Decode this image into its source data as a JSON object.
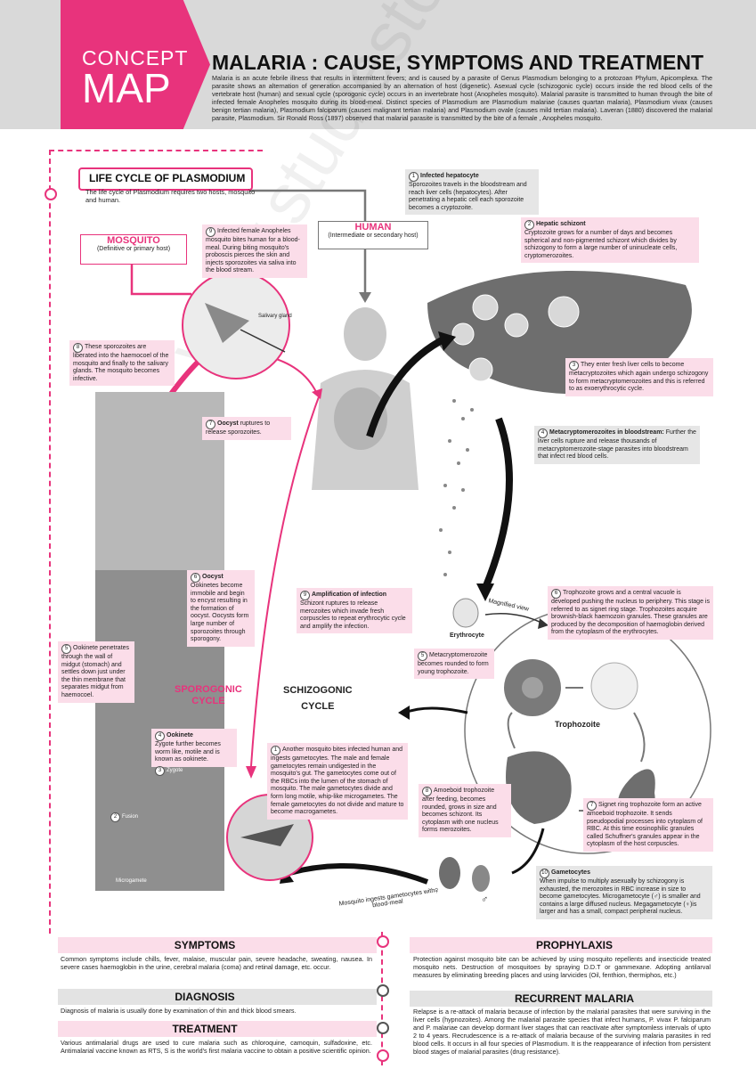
{
  "header": {
    "badge_line1": "CONCEPT",
    "badge_line2": "MAP",
    "title": "MALARIA :  CAUSE, SYMPTOMS AND TREATMENT",
    "intro": "Malaria is an acute febrile illness that results in intermittent fevers; and is caused by a parasite of Genus Plasmodium belonging to a protozoan Phylum, Apicomplexa. The parasite shows an alternation of generation accompanied by an alternation of host (digenetic). Asexual cycle (schizogonic cycle) occurs inside the red blood cells of the vertebrate host (human) and sexual cycle (sporogonic cycle) occurs in an invertebrate host (Anopheles mosquito). Malarial parasite is transmitted to human through the bite of infected female Anopheles mosquito during its blood-meal. Distinct species of Plasmodium are Plasmodium malariae (causes quartan malaria), Plasmodium vivax (causes benign tertian malaria), Plasmodium falciparum (causes malignant tertian malaria) and Plasmodium ovale (causes mild tertian malaria). Laveran (1880) discovered the malarial parasite, Plasmodium. Sir Ronald Ross (1897) observed that malarial parasite is transmitted by the bite of a female , Anopheles mosquito."
  },
  "lifecycle": {
    "title": "LIFE CYCLE OF PLASMODIUM",
    "text": "The life cycle of Plasmodium requires two hosts, mosquito and human.",
    "mosquito": {
      "title": "MOSQUITO",
      "sub": "(Definitive or primary host)"
    },
    "human": {
      "title": "HUMAN",
      "sub": "(Intermediate or secondary host)"
    }
  },
  "sporogonic": {
    "label_line1": "SPOROGONIC",
    "label_line2": "CYCLE",
    "s9": {
      "num": "9",
      "text": "Infected female Anopheles mosquito bites human for a blood-meal. During biting mosquito's proboscis pierces the skin and injects sporozoites via saliva into the blood stream."
    },
    "s8": {
      "num": "8",
      "text": "These sporozoites are liberated into the haemocoel of the mosquito and finally to the salivary glands. The mosquito becomes infective."
    },
    "s7": {
      "num": "7",
      "bold": "Oocyst",
      "text": " ruptures to release sporozoites."
    },
    "s6": {
      "num": "6",
      "bold": "Oocyst",
      "text": "Ookinetes become immobile and begin to encyst resulting in the formation of oocyst. Oocysts form large number of sporozoites through sporogony."
    },
    "s5": {
      "num": "5",
      "text": "Ookinete penetrates through the wall of midgut (stomach) and settles down just under the thin membrane that separates midgut from haemocoel."
    },
    "s4": {
      "num": "4",
      "bold": "Ookinete",
      "text": "Zygote further becomes worm like, motile and is known as ookinete."
    },
    "s3": {
      "num": "3",
      "text": "Zygote"
    },
    "s2": {
      "num": "2",
      "text": "Fusion"
    },
    "s1": {
      "num": "1",
      "text": "Another mosquito bites infected human and ingests gametocytes. The male and female gametocytes remain undigested in the mosquito's gut. The gametocytes come out of the RBCs into the lumen of the stomach of mosquito. The male gametocytes divide and form long motile, whip-like microgametes. The female gametocytes do not divide and mature to become macrogametes."
    },
    "salivary": "Salivary gland",
    "microgamete": "Microgamete",
    "ingest": "Mosquito ingests gametocytes with blood-meal"
  },
  "schizogonic": {
    "label_line1": "SCHIZOGONIC",
    "label_line2": "CYCLE",
    "h1": {
      "num": "1",
      "bold": "Infected hepatocyte",
      "text": "Sporozoites travels in the bloodstream and reach liver cells (hepatocytes). After penetrating a hepatic cell each sporozoite becomes a cryptozoite."
    },
    "h2": {
      "num": "2",
      "bold": "Hepatic schizont",
      "text": "Cryptozoite grows for a number of days and becomes spherical and non-pigmented schizont which divides by schizogony to form a large number of uninucleate cells, cryptomerozoites."
    },
    "h3": {
      "num": "3",
      "text": "They enter fresh liver cells to become metacryptozoites which again undergo schizogony to form metacryptomerozoites and this is referred to as exoerythrocytic cycle."
    },
    "h4": {
      "num": "4",
      "bold": "Metacryptomerozoites in bloodstream:",
      "text": " Further the liver cells rupture and release thousands of metacryptomerozoite-stage parasites into bloodstream that infect red blood cells."
    },
    "h5": {
      "num": "5",
      "text": "Metacryptomerozoite becomes rounded to form young trophozoite."
    },
    "h6": {
      "num": "6",
      "text": "Trophozoite grows and a central vacuole is developed pushing the nucleus to periphery. This stage is referred to as signet ring stage. Trophozoites acquire brownish-black haemozoin granules. These granules are produced by the decomposition of haemoglobin derived from the cytoplasm of the erythrocytes."
    },
    "h7": {
      "num": "7",
      "text": "Signet ring trophozoite form an active amoeboid trophozoite. It sends pseudopodial processes into cytoplasm of RBC. At this time eosinophilic granules called Schuffner's granules appear in the cytoplasm of the host corpuscles."
    },
    "h8": {
      "num": "8",
      "text": "Amoeboid trophozoite after feeding, becomes rounded, grows in size and becomes schizont. Its cytoplasm with one nucleus forms merozoites."
    },
    "h9": {
      "num": "9",
      "bold": "Amplification of infection",
      "text": "Schizont ruptures to release merozoites which invade fresh corpuscles to repeat erythrocytic cycle and amplify the infection."
    },
    "h10": {
      "num": "10",
      "bold": "Gametocytes",
      "text": "When impulse to multiply asexually by schizogony is exhausted, the merozoites in RBC increase in size to become gametocytes. Microgametocyte (♂) is smaller and contains a large diffused nucleus. Megagametocyte (♀)is larger and has a small, compact peripheral nucleus."
    },
    "erythrocyte": "Erythrocyte",
    "magnified": "Magnified view",
    "trophozoite": "Trophozoite",
    "female_sym": "♀",
    "male_sym": "♂"
  },
  "sections": {
    "symptoms": {
      "title": "SYMPTOMS",
      "text": "Common symptoms include chills, fever, malaise, muscular pain, severe headache, sweating, nausea. In severe cases haemoglobin in the urine, cerebral malaria (coma) and retinal damage, etc. occur."
    },
    "diagnosis": {
      "title": "DIAGNOSIS",
      "text": "Diagnosis of malaria is usually done by examination of thin and thick blood smears."
    },
    "treatment": {
      "title": "TREATMENT",
      "text": "Various antimalarial drugs are used to cure malaria such as chloroquine, camoquin, sulfadoxine, etc. Antimalarial vaccine known as RTS, S is the world's first malaria vaccine to obtain a positive scientific opinion."
    },
    "prophylaxis": {
      "title": "PROPHYLAXIS",
      "text": "Protection against mosquito bite can be achieved by using mosquito repellents and insecticide treated mosquito nets. Destruction of mosquitoes by spraying D.D.T or gammexane. Adopting antilarval measures by eliminating breeding places and using larvicides (Oil, fenthion, thermiphos, etc.)"
    },
    "recurrent": {
      "title": "RECURRENT MALARIA",
      "text": "Relapse is a re-attack of malaria because of infection by the malarial parasites that were surviving in the liver cells (hypnozoites). Among the malarial parasite species that infect humans, P. vivax P. falciparum and P. malariae can develop dormant liver stages that can reactivate after symptomless intervals of upto 2 to 4 years. Recrudescence is a re-attack of malaria because of the surviving malaria parasites in red blood cells. It occurs in all four species of Plasmodium. It is the reappearance of infection from persistent blood stages of malarial parasites (drug resistance)."
    }
  },
  "watermark": "www.studiestoday.com",
  "colors": {
    "accent": "#e8337c",
    "pink_bg": "#fbdde9",
    "gray_bg": "#e6e6e6"
  }
}
